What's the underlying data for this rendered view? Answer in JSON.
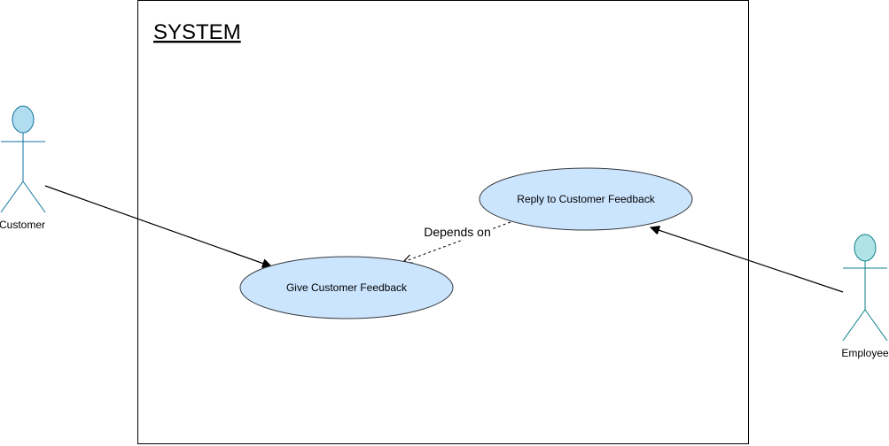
{
  "system": {
    "title": "SYSTEM"
  },
  "actors": {
    "customer": {
      "label": "Customer"
    },
    "employee": {
      "label": "Employee"
    }
  },
  "use_cases": {
    "give_feedback": {
      "label": "Give Customer Feedback"
    },
    "reply_feedback": {
      "label": "Reply to Customer Feedback"
    }
  },
  "relations": {
    "dependency": {
      "label": "Depends on"
    }
  },
  "colors": {
    "use_case_fill": "#cce5ff",
    "use_case_stroke": "#36393d",
    "customer_fill": "#b1ddf0",
    "customer_stroke": "#10739e",
    "employee_fill": "#b0e3e6",
    "employee_stroke": "#0e8088",
    "line": "#000000"
  }
}
